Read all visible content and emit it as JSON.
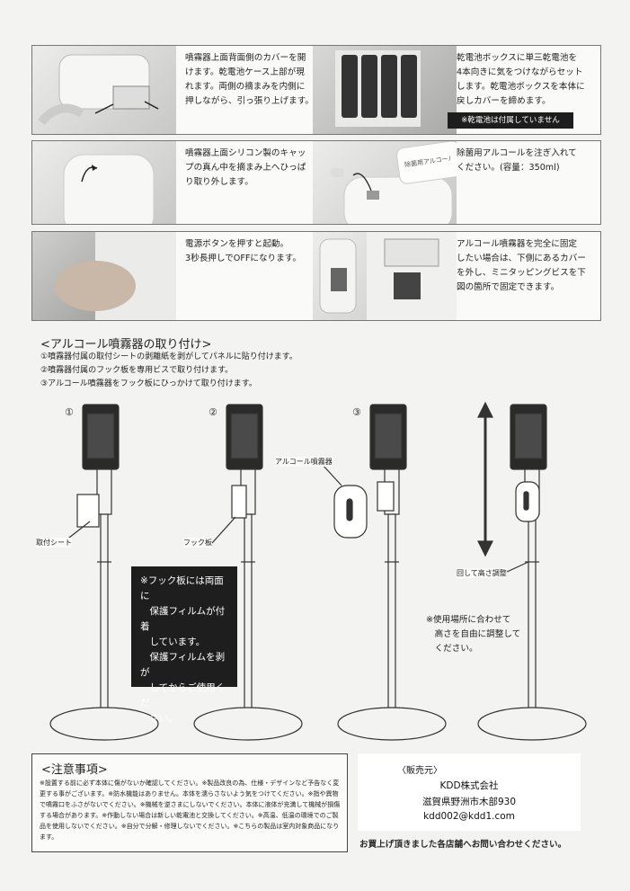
{
  "steps": {
    "s1": "噴霧器上面背面側のカバーを開\nけます。乾電池ケース上部が現\nれます。両側の摘まみを内側に\n押しながら、引っ張り上げます。",
    "s2": "乾電池ボックスに単三乾電池を\n4本向きに気をつけながらセット\nします。乾電池ボックスを本体に\n戻しカバーを締めます。",
    "s2_note": "※乾電池は付属していません",
    "s3": "噴霧器上面シリコン製のキャッ\nプの真ん中を摘まみ上へひっぱ\nり取り外します。",
    "s4": "除菌用アルコールを注ぎ入れて\nください。(容量：350ml)",
    "s4_bottle": "除菌用アルコール",
    "s5": "電源ボタンを押すと起動。\n3秒長押しでOFFになります。",
    "s6": "アルコール噴霧器を完全に固定\nしたい場合は、下側にあるカバー\nを外し、ミニタッピングビスを下\n図の箇所で固定できます。"
  },
  "mount": {
    "title": "<アルコール噴霧器の取り付け>",
    "i1": "①噴霧器付属の取付シートの剥離紙を剥がしてパネルに貼り付けます。",
    "i2": "②噴霧器付属のフック板を専用ビスで取り付けます。",
    "i3": "③アルコール噴霧器をフック板にひっかけて取り付けます。",
    "n1": "①",
    "n2": "②",
    "n3": "③",
    "label_sheet": "取付シート",
    "label_hook": "フック板",
    "label_sprayer": "アルコール噴霧器",
    "label_height": "回して高さ調整",
    "warning": "※フック板には両面に\n　保護フィルムが付着\n　しています。\n　保護フィルムを剥が\n　してからご使用くだ\n　さい。",
    "height_note": "※使用場所に合わせて\n　高さを自由に調整して\n　ください。"
  },
  "caution": {
    "title": "<注意事項>",
    "body": "※設置する前に必ず本体に傷がないか確認してください。※製品改良の為、仕様・デザインなど予告なく変更する事がございます。※防水機能はありません。本体を濡らさないよう気をつけてください。※指や異物で噴霧口をふさがないでください。※機械を逆さまにしないでください。本体に液体が充満して機械が損傷する場合があります。※作動しない場合は新しい乾電池と交換してください。※高温、低温の環境でのご製品を使用しないでください。※自分で分解・修理しないでください。※こちらの製品は室内対象商品になります。"
  },
  "seller": {
    "label": "〈販売元〉",
    "company": "KDD株式会社",
    "address": "滋賀県野洲市木部930",
    "email": "kdd002@kdd1.com",
    "footer": "お買上げ頂きました各店舗へお問い合わせください。"
  }
}
